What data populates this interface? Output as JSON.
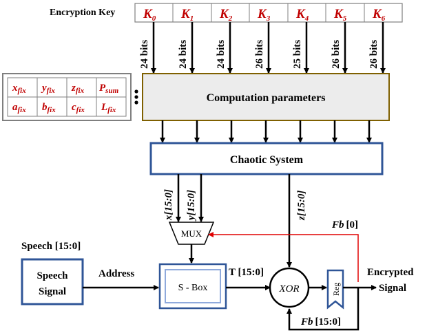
{
  "encryption_key": {
    "label": "Encryption Key",
    "keys": [
      {
        "base": "K",
        "sub": "0",
        "bits": "24 bits"
      },
      {
        "base": "K",
        "sub": "1",
        "bits": "24 bits"
      },
      {
        "base": "K",
        "sub": "2",
        "bits": "24 bits"
      },
      {
        "base": "K",
        "sub": "3",
        "bits": "26 bits"
      },
      {
        "base": "K",
        "sub": "4",
        "bits": "25 bits"
      },
      {
        "base": "K",
        "sub": "5",
        "bits": "26 bits"
      },
      {
        "base": "K",
        "sub": "6",
        "bits": "26 bits"
      }
    ]
  },
  "params": [
    {
      "base": "x",
      "sub": "fix"
    },
    {
      "base": "y",
      "sub": "fix"
    },
    {
      "base": "z",
      "sub": "fix"
    },
    {
      "base": "P",
      "sub": "sum"
    },
    {
      "base": "a",
      "sub": "fix"
    },
    {
      "base": "b",
      "sub": "fix"
    },
    {
      "base": "c",
      "sub": "fix"
    },
    {
      "base": "L",
      "sub": "fix"
    }
  ],
  "blocks": {
    "computation": "Computation parameters",
    "chaotic": "Chaotic System",
    "mux": "MUX",
    "sbox": "S - Box",
    "xor": "XOR",
    "reg": "Reg",
    "speech_signal_line1": "Speech",
    "speech_signal_line2": "Signal"
  },
  "labels": {
    "x_bus": "x[15:0]",
    "y_bus": "y[15:0]",
    "z_bus": "z[15:0]",
    "fb0_base": "Fb",
    "fb0_idx": "[0]",
    "fb_base": "Fb",
    "fb_idx": "[15:0]",
    "speech_in": "Speech [15:0]",
    "address": "Address",
    "t_bus": "T [15:0]",
    "encrypted_line1": "Encrypted",
    "encrypted_line2": "Signal"
  },
  "colors": {
    "key_red": "#c00000",
    "block_border_blue": "#2f5597",
    "computation_fill": "#ececec",
    "computation_border": "#7f6000",
    "feedback_red": "#e00000"
  }
}
